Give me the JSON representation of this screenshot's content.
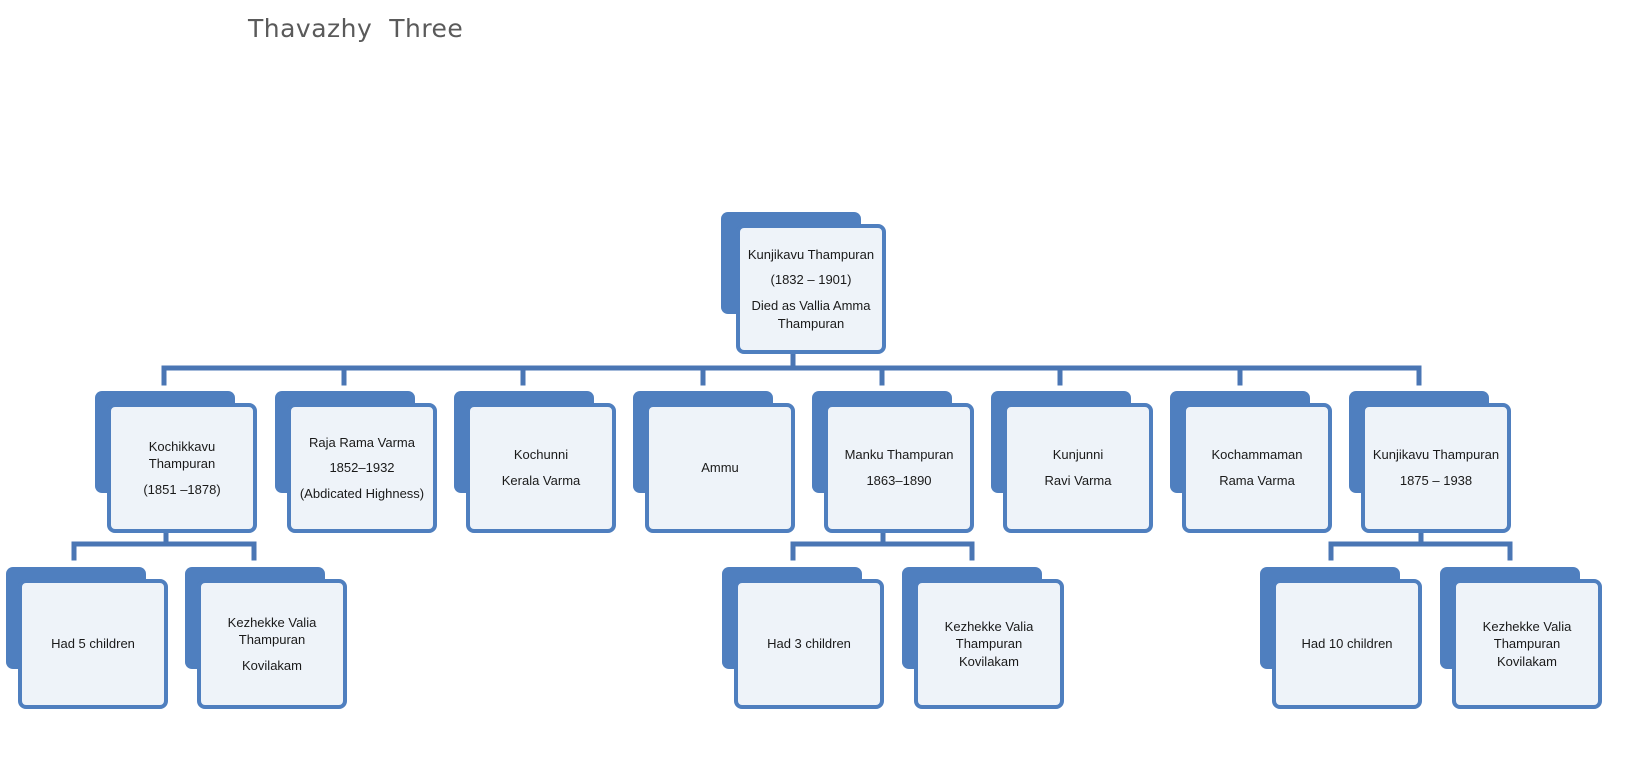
{
  "title": "Thavazhy  Three",
  "colors": {
    "box_border": "#4f7fbf",
    "box_fill": "#eef3f9",
    "connector": "#4a76b4",
    "title_text": "#5a5a5a"
  },
  "nodes": {
    "root": {
      "lines": [
        "Kunjikavu Thampuran",
        "(1832 – 1901)",
        "Died as Vallia Amma Thampuran"
      ]
    },
    "c1": {
      "lines": [
        "Kochikkavu Thampuran",
        "(1851 –1878)"
      ]
    },
    "c2": {
      "lines": [
        "Raja Rama Varma",
        "1852–1932",
        "(Abdicated Highness)"
      ]
    },
    "c3": {
      "lines": [
        "Kochunni",
        "Kerala Varma"
      ]
    },
    "c4": {
      "lines": [
        "Ammu"
      ]
    },
    "c5": {
      "lines": [
        "Manku Thampuran",
        "1863–1890"
      ]
    },
    "c6": {
      "lines": [
        "Kunjunni",
        "Ravi Varma"
      ]
    },
    "c7": {
      "lines": [
        "Kochammaman",
        "Rama Varma"
      ]
    },
    "c8": {
      "lines": [
        "Kunjikavu Thampuran",
        "1875 – 1938"
      ]
    },
    "g1": {
      "lines": [
        "Had 5 children"
      ]
    },
    "g2": {
      "lines": [
        "Kezhekke Valia Thampuran",
        "Kovilakam"
      ]
    },
    "g3": {
      "lines": [
        "Had 3 children"
      ]
    },
    "g4": {
      "lines": [
        "Kezhekke Valia Thampuran Kovilakam"
      ]
    },
    "g5": {
      "lines": [
        "Had 10 children"
      ]
    },
    "g6": {
      "lines": [
        "Kezhekke Valia Thampuran Kovilakam"
      ]
    }
  }
}
